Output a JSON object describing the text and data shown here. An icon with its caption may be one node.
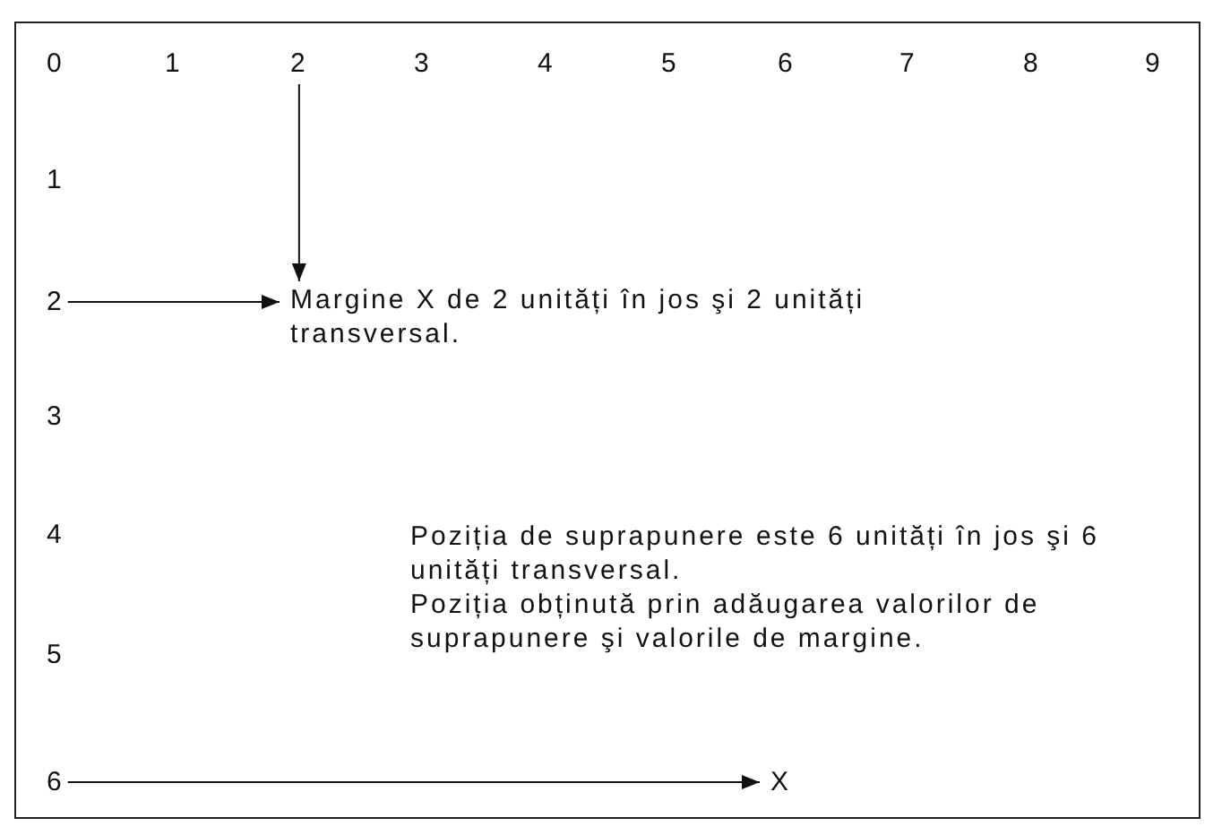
{
  "diagram": {
    "nodes": [
      {
        "text": [
          "2"
        ]
      },
      {
        "text": [
          "2"
        ]
      },
      {
        "text": [
          "Margine X de 2 unități în jos şi 2 unități transversal."
        ]
      },
      {
        "text": [
          "6"
        ]
      },
      {
        "text": [
          "X"
        ]
      }
    ],
    "edges": [
      {
        "from": 0,
        "to": 2,
        "arrow": "to"
      },
      {
        "from": 1,
        "to": 2,
        "arrow": "to"
      },
      {
        "from": 3,
        "to": 4,
        "arrow": "to"
      }
    ],
    "labels": [
      "0",
      "1",
      "3",
      "4",
      "5",
      "6",
      "7",
      "8",
      "9",
      "1",
      "3",
      "4",
      "Poziția de suprapunere este 6 unități în jos şi 6 unități transversal.",
      "Poziția obținută prin adăugarea valorilor de suprapunere şi valorile de margine.",
      "5"
    ]
  }
}
